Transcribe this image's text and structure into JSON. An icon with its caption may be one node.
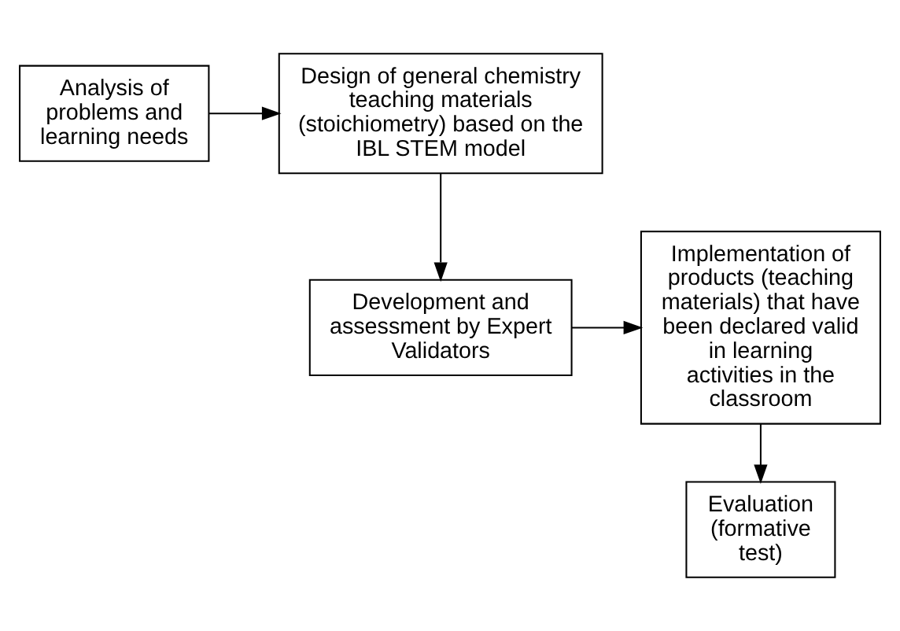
{
  "diagram": {
    "nodes": [
      {
        "text": [
          "Analysis of problems and learning needs"
        ]
      },
      {
        "text": [
          "Design of general chemistry teaching materials (stoichiometry) based on the IBL STEM model"
        ]
      },
      {
        "text": [
          "Development and assessment by Expert Validators"
        ]
      },
      {
        "text": [
          "Implementation of products (teaching materials) that have been declared valid in learning activities in the classroom"
        ]
      },
      {
        "text": [
          "Evaluation (formative test)"
        ]
      }
    ],
    "edges": [
      {
        "from": 0,
        "to": 1,
        "arrow": "to"
      },
      {
        "from": 1,
        "to": 2,
        "arrow": "to"
      },
      {
        "from": 2,
        "to": 3,
        "arrow": "to"
      },
      {
        "from": 3,
        "to": 4,
        "arrow": "to"
      }
    ]
  }
}
